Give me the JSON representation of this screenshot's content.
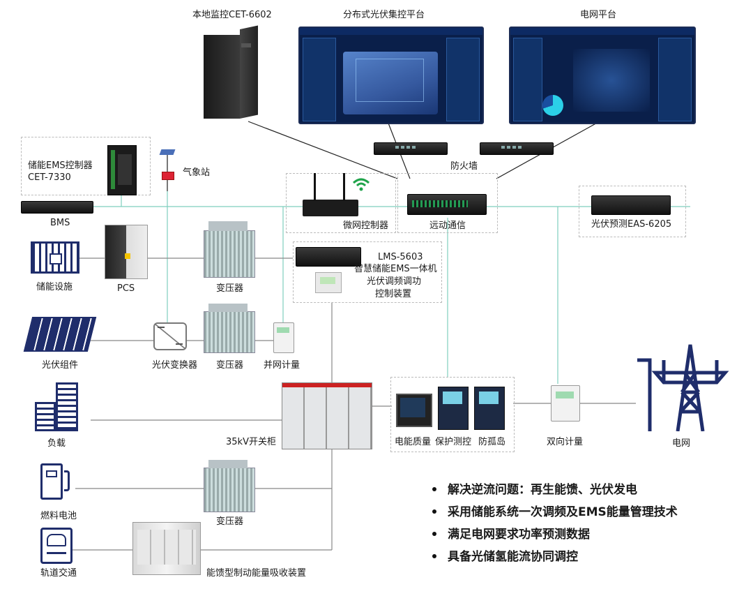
{
  "platforms": {
    "local_monitor": "本地监控CET-6602",
    "pv_platform": "分布式光伏集控平台",
    "grid_platform": "电网平台"
  },
  "nodes": {
    "firewall": "防火墙",
    "ems_controller": "储能EMS控制器",
    "ems_controller_model": "CET-7330",
    "weather": "气象站",
    "bms": "BMS",
    "microgrid_controller": "微网控制器",
    "remote_comm": "远动通信",
    "pv_forecast": "光伏预测EAS-6205",
    "lms_model": "LMS-5603",
    "lms_line1": "智慧储能EMS一体机",
    "lms_line2": "光伏调频调功",
    "lms_line3": "控制装置",
    "storage": "储能设施",
    "pcs": "PCS",
    "transformer1": "变压器",
    "pv_module": "光伏组件",
    "pv_inverter": "光伏变换器",
    "transformer2": "变压器",
    "grid_meter": "并网计量",
    "load": "负载",
    "switchgear": "35kV开关柜",
    "power_quality": "电能质量",
    "protection": "保护测控",
    "anti_island": "防孤岛",
    "bidir_meter": "双向计量",
    "grid": "电网",
    "fuel_cell": "燃料电池",
    "transformer3": "变压器",
    "rail": "轨道交通",
    "regen_device": "能馈型制动能量吸收装置"
  },
  "bullets": [
    "解决逆流问题：再生能馈、光伏发电",
    "采用储能系统一次调频及EMS能量管理技术",
    "满足电网要求功率预测数据",
    "具备光储氢能流协同调控"
  ],
  "colors": {
    "bus_line": "#7fcfbd",
    "power_line": "#777777",
    "icon_navy": "#1f2d6b",
    "wifi_green": "#1fa34a",
    "bullet_text": "#111111"
  }
}
